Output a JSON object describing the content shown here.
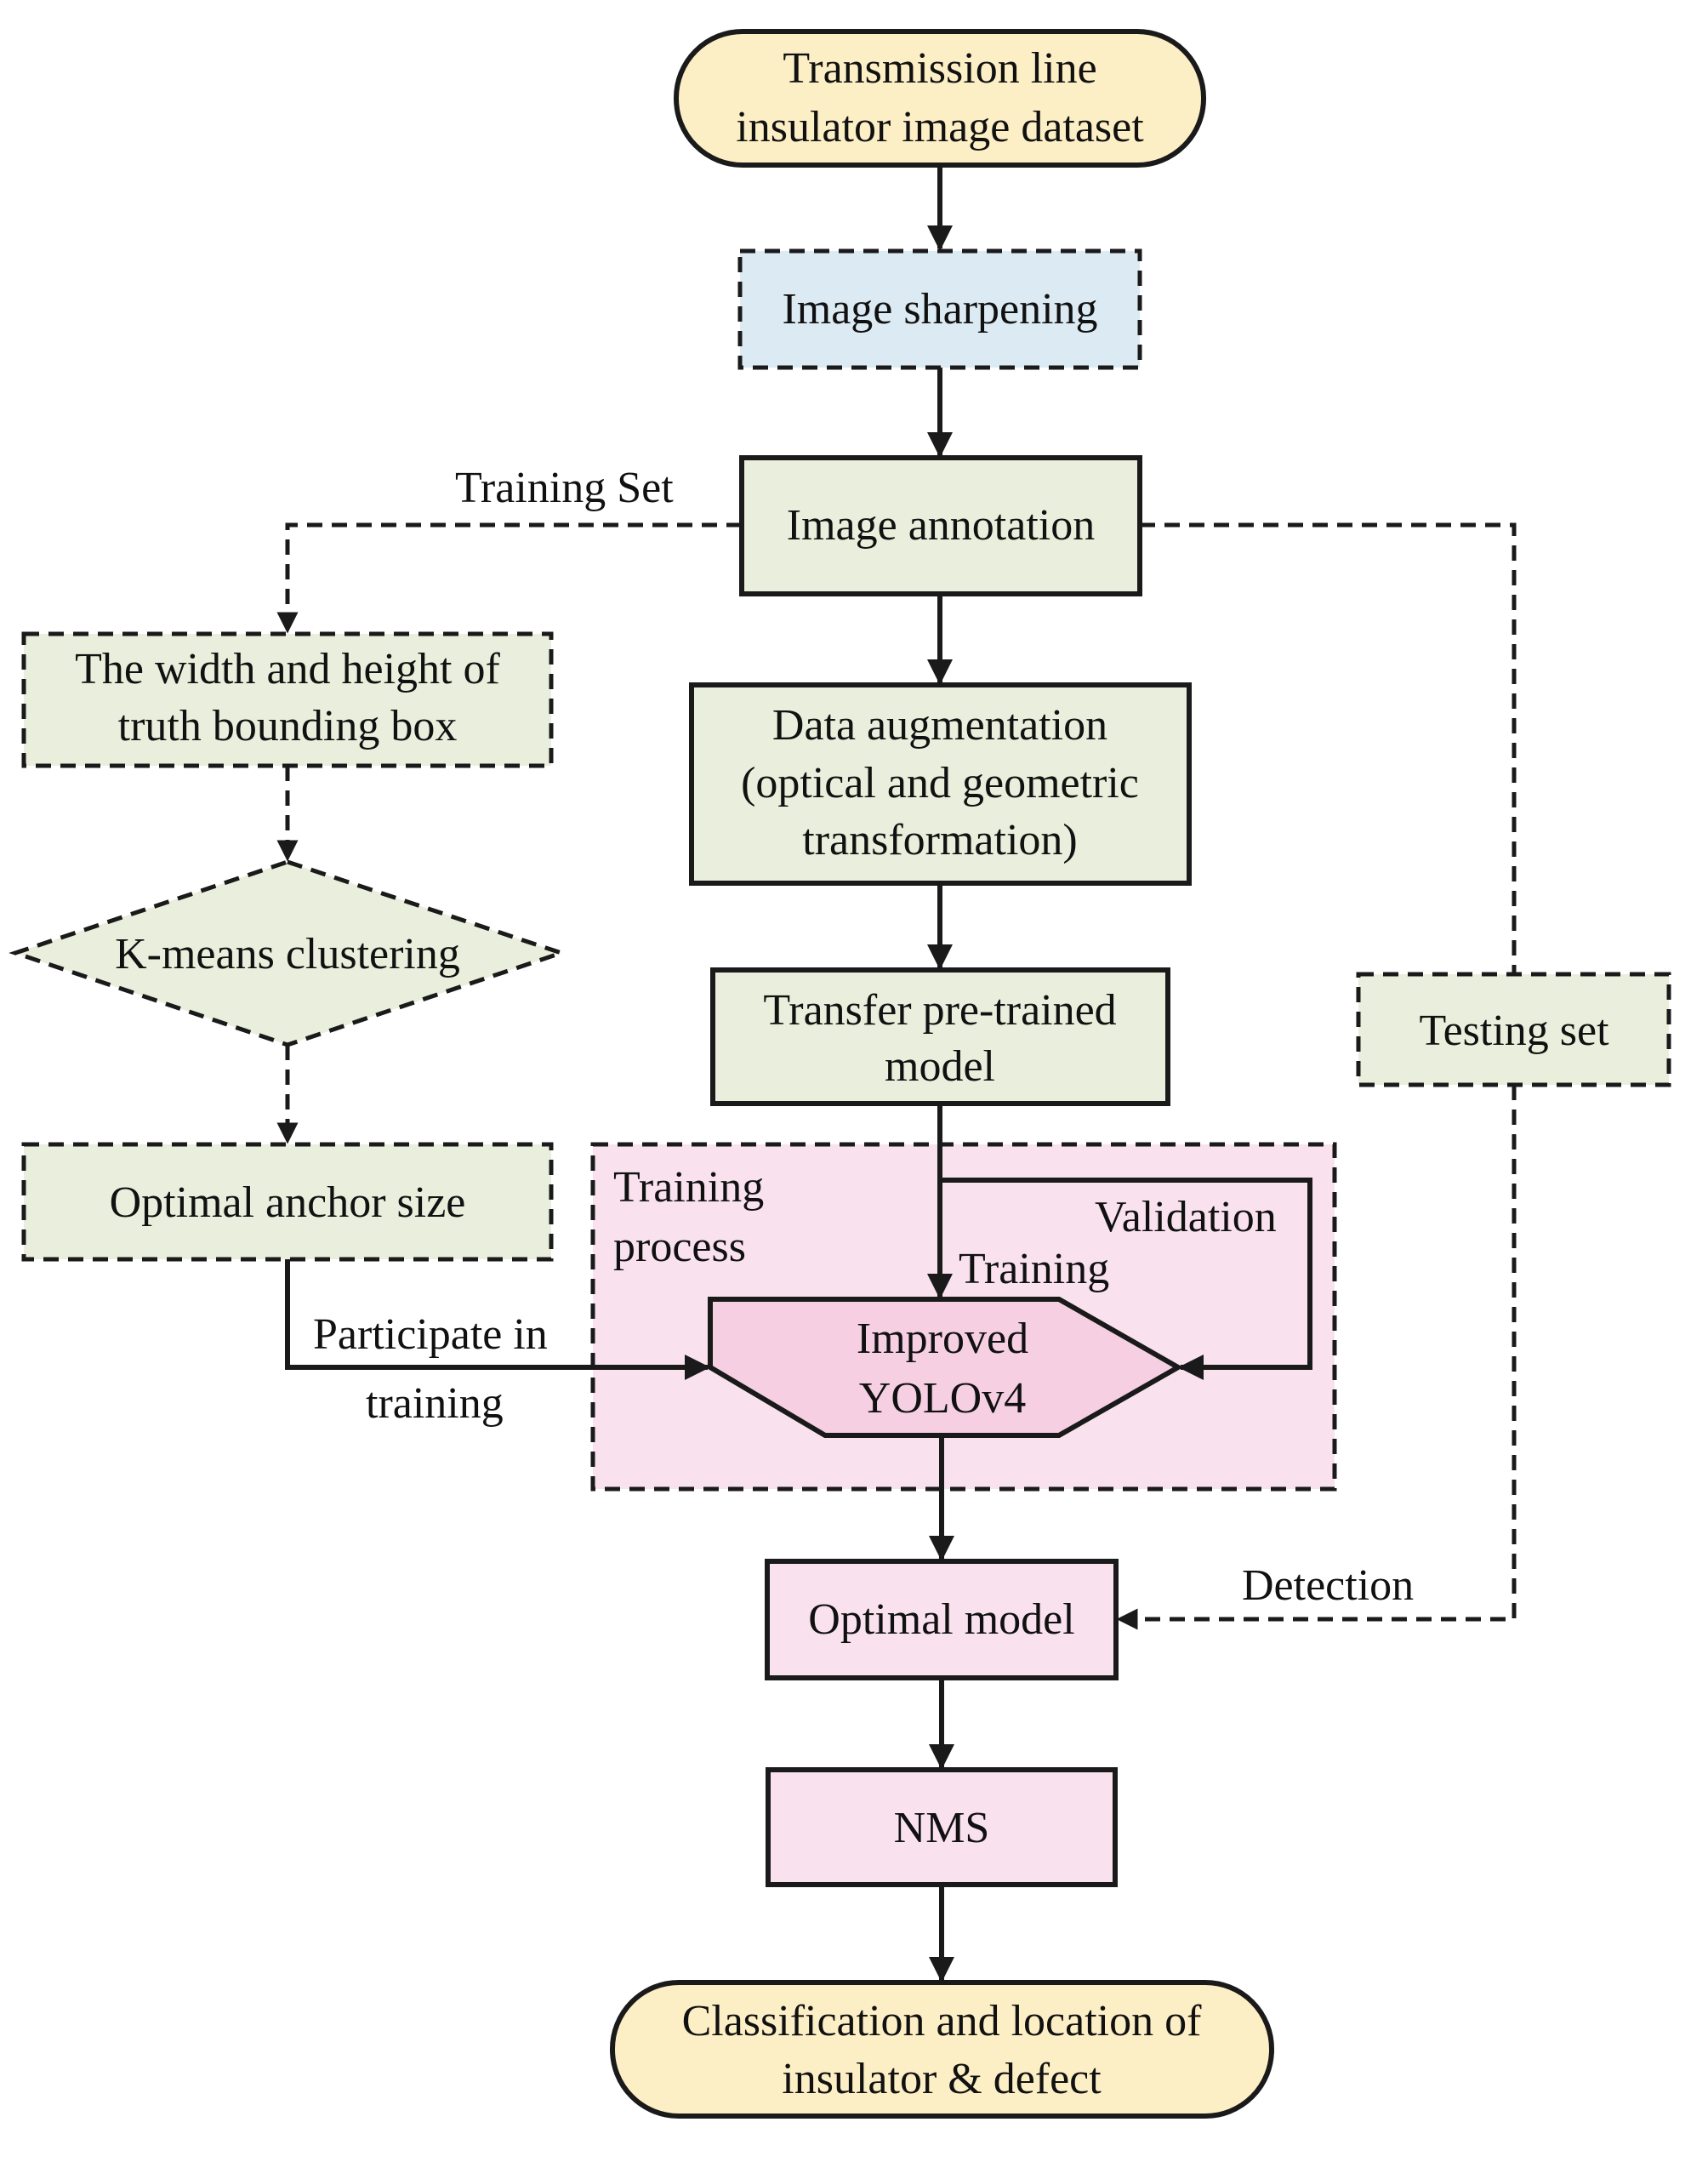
{
  "colors": {
    "terminal": "#fdefc5",
    "sharpen": "#dcebf3",
    "green": "#e9efdc",
    "pink": "#f9e2ee",
    "hexagon": "#f6cfe3",
    "stroke": "#1a1a1a"
  },
  "nodes": {
    "start": [
      "Transmission line",
      "insulator image dataset"
    ],
    "sharpening": "Image sharpening",
    "annotation": "Image annotation",
    "augmentation": [
      "Data augmentation",
      "(optical and geometric",
      "transformation)"
    ],
    "transfer": [
      "Transfer pre-trained",
      "model"
    ],
    "width_height": [
      "The width and height of",
      "truth bounding box"
    ],
    "kmeans": "K-means clustering",
    "anchor": "Optimal anchor size",
    "testing": "Testing set",
    "training_process": [
      "Training",
      "process"
    ],
    "yolo": [
      "Improved",
      "YOLOv4"
    ],
    "optimal": "Optimal model",
    "nms": "NMS",
    "end": [
      "Classification and location of",
      "insulator & defect"
    ]
  },
  "edge_labels": {
    "training_set": "Training Set",
    "participate": [
      "Participate in",
      "training"
    ],
    "validation": "Validation",
    "training": "Training",
    "detection": "Detection"
  }
}
